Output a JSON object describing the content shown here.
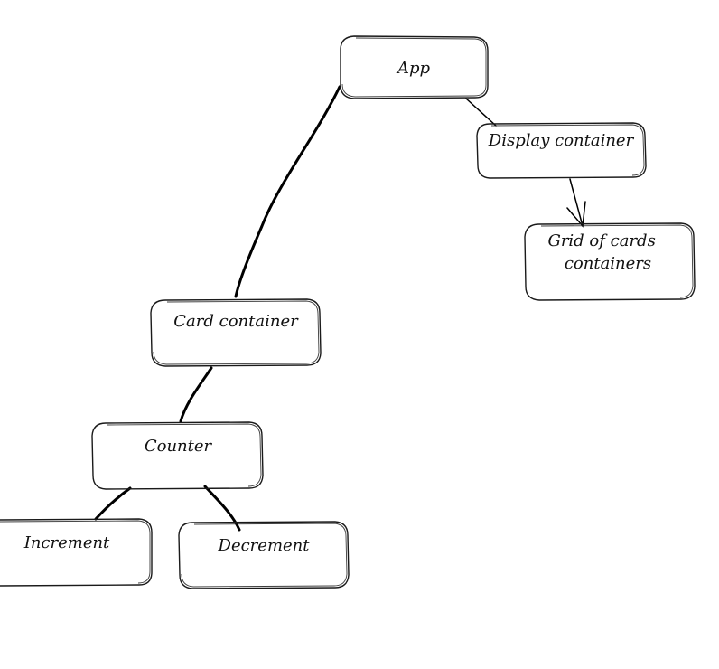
{
  "nodes": [
    {
      "id": "app",
      "label": "App"
    },
    {
      "id": "display",
      "label": "Display container"
    },
    {
      "id": "grid",
      "label_lines": [
        "Grid of cards",
        "containers"
      ]
    },
    {
      "id": "card",
      "label": "Card container"
    },
    {
      "id": "counter",
      "label": "Counter"
    },
    {
      "id": "increment",
      "label": "Increment"
    },
    {
      "id": "decrement",
      "label": "Decrement"
    }
  ],
  "edges": [
    {
      "from": "app",
      "to": "card"
    },
    {
      "from": "app",
      "to": "display"
    },
    {
      "from": "display",
      "to": "grid",
      "arrow": true
    },
    {
      "from": "card",
      "to": "counter"
    },
    {
      "from": "counter",
      "to": "increment"
    },
    {
      "from": "counter",
      "to": "decrement"
    }
  ],
  "colors": {
    "stroke": "#1a1a1a",
    "background": "#ffffff"
  }
}
